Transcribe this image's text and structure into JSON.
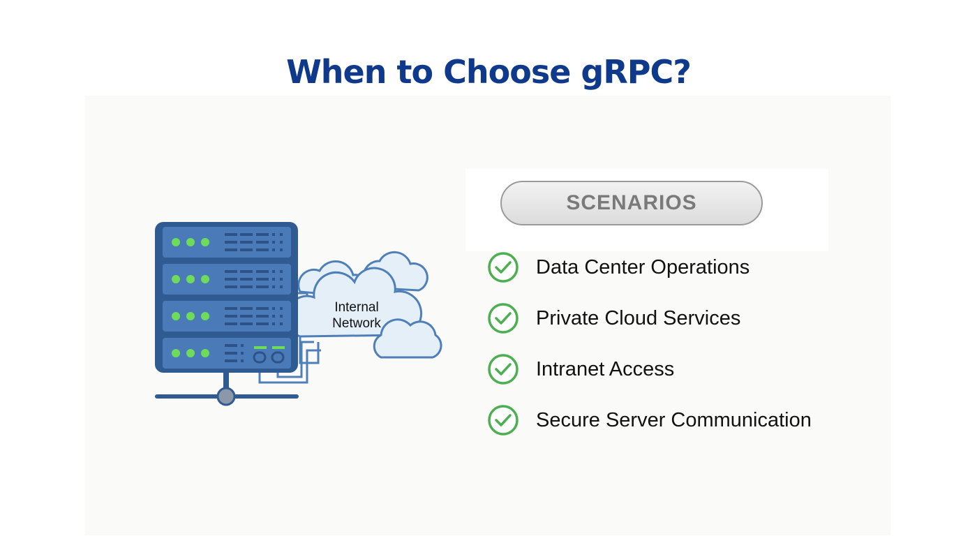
{
  "title": "When to Choose gRPC?",
  "scenarios_label": "SCENARIOS",
  "cloud_label_line1": "Internal",
  "cloud_label_line2": "Network",
  "items": [
    {
      "label": "Data Center Operations"
    },
    {
      "label": "Private Cloud Services"
    },
    {
      "label": "Intranet Access"
    },
    {
      "label": "Secure Server Communication"
    }
  ],
  "colors": {
    "title": "#0f3a8c",
    "server_body": "#3f6fa8",
    "server_led": "#6ddc5a",
    "cloud_fill": "#e4eff8",
    "cloud_stroke": "#4f7fb8",
    "check": "#4caf50"
  },
  "icons": {
    "server": "server-rack-icon",
    "cloud": "cloud-icon",
    "check": "check-circle-icon"
  }
}
